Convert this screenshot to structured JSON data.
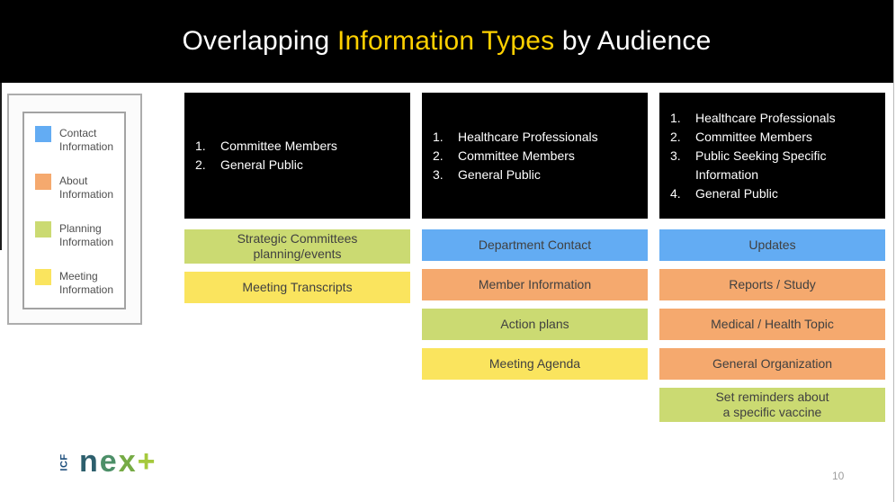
{
  "palette": {
    "contact": "#63acf3",
    "about": "#f5a96e",
    "planning": "#cbda72",
    "meeting": "#fae45e",
    "title_accent": "#fdd000"
  },
  "title": {
    "part1": "Overlapping ",
    "accent": "Information Types",
    "part2": " by Audience"
  },
  "legend": {
    "items": [
      {
        "type": "contact",
        "label": "Contact\nInformation"
      },
      {
        "type": "about",
        "label": "About\nInformation"
      },
      {
        "type": "planning",
        "label": "Planning\nInformation"
      },
      {
        "type": "meeting",
        "label": "Meeting\nInformation"
      }
    ]
  },
  "columns": [
    {
      "audiences": [
        "Committee Members",
        "General Public"
      ],
      "bars": [
        {
          "type": "planning",
          "label": "Strategic Committees\nplanning/events"
        },
        {
          "type": "meeting",
          "label": "Meeting Transcripts"
        }
      ]
    },
    {
      "audiences": [
        "Healthcare Professionals",
        "Committee Members",
        "General Public"
      ],
      "bars": [
        {
          "type": "contact",
          "label": "Department Contact"
        },
        {
          "type": "about",
          "label": "Member Information"
        },
        {
          "type": "planning",
          "label": "Action plans"
        },
        {
          "type": "meeting",
          "label": "Meeting Agenda"
        }
      ]
    },
    {
      "audiences": [
        "Healthcare Professionals",
        "Committee Members",
        "Public Seeking Specific Information",
        "General Public"
      ],
      "bars": [
        {
          "type": "contact",
          "label": "Updates"
        },
        {
          "type": "about",
          "label": "Reports / Study"
        },
        {
          "type": "about",
          "label": "Medical / Health Topic"
        },
        {
          "type": "about",
          "label": "General Organization"
        },
        {
          "type": "planning",
          "label": "Set reminders about\na specific vaccine"
        }
      ]
    }
  ],
  "footer": {
    "page_number": "10",
    "logo": {
      "icf": {
        "text": "ICF",
        "color": "#1d4e7c"
      },
      "parts": [
        {
          "text": "n",
          "color": "#2d5f6d"
        },
        {
          "text": "e",
          "color": "#4c8f68"
        },
        {
          "text": "x",
          "color": "#76ab45"
        },
        {
          "text": "+",
          "color": "#a5c93c"
        }
      ]
    }
  }
}
